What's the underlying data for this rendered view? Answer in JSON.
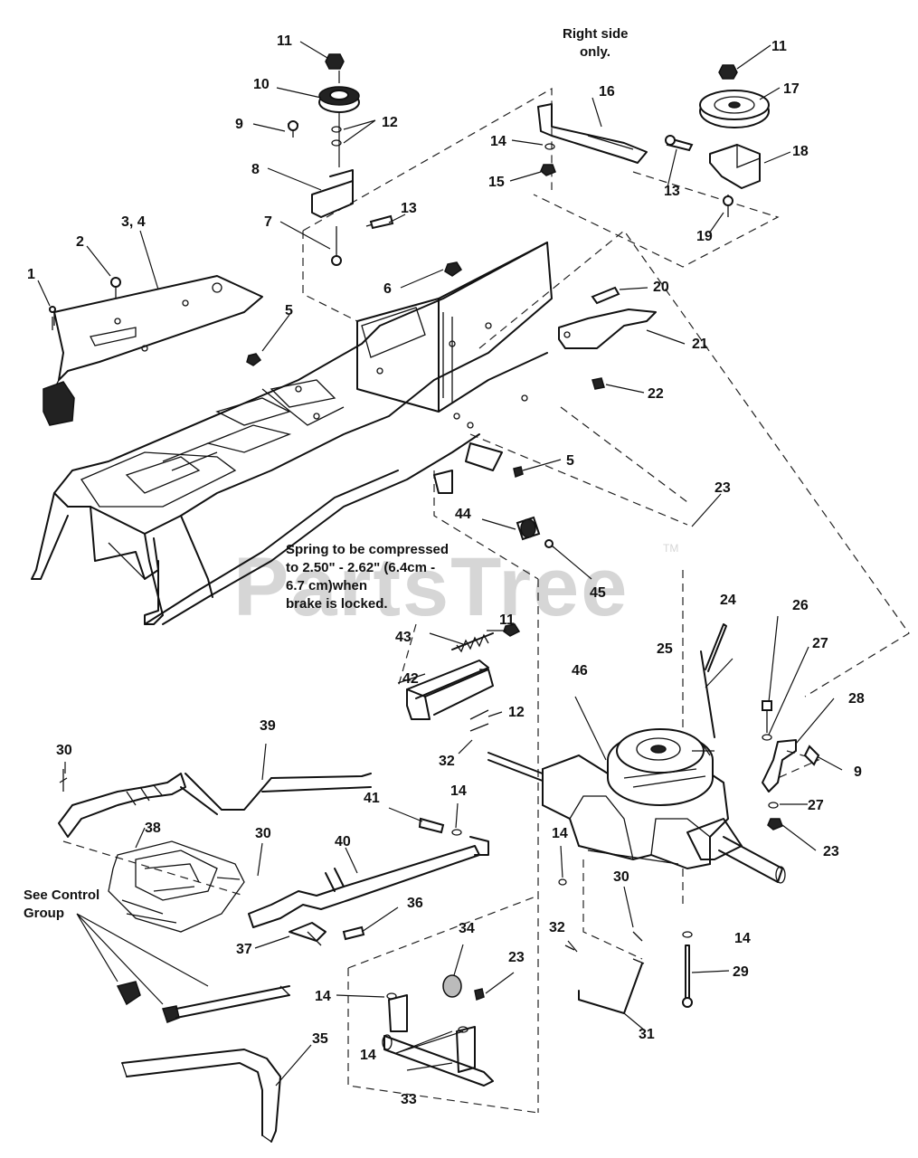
{
  "watermark": {
    "text": "PartsTree",
    "trademark": "TM"
  },
  "notes": {
    "right_side_line1": "Right side",
    "right_side_line2": "only.",
    "spring_line1": "Spring to be compressed",
    "spring_line2": "to 2.50\" - 2.62\" (6.4cm -",
    "spring_line3": "6.7 cm)when",
    "spring_line4": "brake is locked.",
    "control_line1": "See Control",
    "control_line2": "Group"
  },
  "callouts": {
    "c1": "1",
    "c2": "2",
    "c3": "3, 4",
    "c5a": "5",
    "c5b": "5",
    "c6": "6",
    "c7": "7",
    "c8": "8",
    "c9a": "9",
    "c9b": "9",
    "c10": "10",
    "c11a": "11",
    "c11b": "11",
    "c11c": "11",
    "c12a": "12",
    "c12b": "12",
    "c13a": "13",
    "c13b": "13",
    "c14a": "14",
    "c14b": "14",
    "c14c": "14",
    "c14d": "14",
    "c14e": "14",
    "c14f": "14",
    "c15": "15",
    "c16": "16",
    "c17": "17",
    "c18": "18",
    "c19": "19",
    "c20": "20",
    "c21": "21",
    "c22": "22",
    "c23a": "23",
    "c23b": "23",
    "c23c": "23",
    "c24": "24",
    "c25": "25",
    "c26": "26",
    "c27a": "27",
    "c27b": "27",
    "c28": "28",
    "c29": "29",
    "c30a": "30",
    "c30b": "30",
    "c30c": "30",
    "c31": "31",
    "c32a": "32",
    "c32b": "32",
    "c33": "33",
    "c34": "34",
    "c35": "35",
    "c36": "36",
    "c37": "37",
    "c38": "38",
    "c39": "39",
    "c40": "40",
    "c41": "41",
    "c42": "42",
    "c43": "43",
    "c44": "44",
    "c45": "45",
    "c46": "46"
  }
}
